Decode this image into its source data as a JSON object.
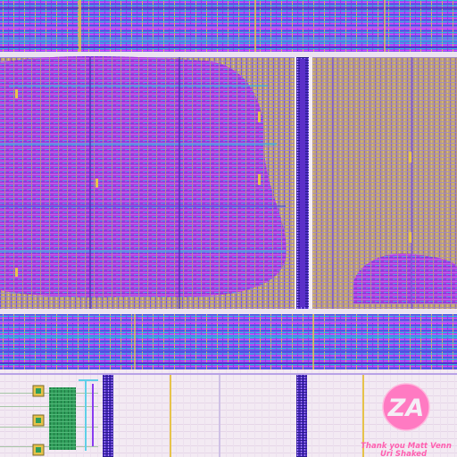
{
  "image": {
    "kind": "chip layout render",
    "colors": {
      "background": "#f4eef6",
      "metal_violet": "#8a3cf0",
      "metal_magenta": "#e040ff",
      "metal_cyan": "#2fb8e6",
      "metal_blue": "#3a55e0",
      "dense_magenta": "#c83cd8",
      "cell_tan": "#bfa06a",
      "cell_gold": "#e6c34a",
      "divider": "#5b2fc9",
      "green_block": "#2f9e5a",
      "logo_pink": "#ff7ac2"
    },
    "credits": {
      "logo_text": "ZA",
      "line1": "Thank you Matt Venn",
      "line2": "Uri Shaked"
    }
  }
}
